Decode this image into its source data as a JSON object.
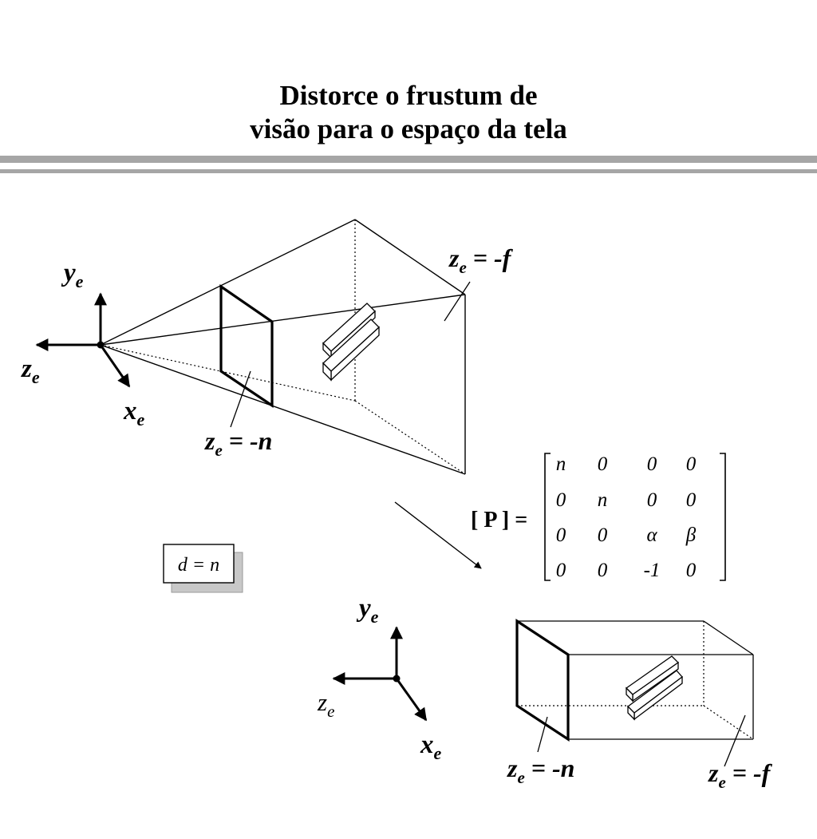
{
  "title": {
    "line1": "Distorce o frustum de",
    "line2": "visão para o espaço da tela"
  },
  "top_frustum": {
    "axis_y": {
      "base": "y",
      "sub": "e"
    },
    "axis_z": {
      "base": "z",
      "sub": "e"
    },
    "axis_x": {
      "base": "x",
      "sub": "e"
    },
    "label_far": {
      "base": "z",
      "sub": "e",
      "rest": " = -f"
    },
    "label_near": {
      "base": "z",
      "sub": "e",
      "rest": " = -n"
    }
  },
  "matrix": {
    "label": "[ P ] =",
    "rows": [
      [
        "n",
        "0",
        "0",
        "0"
      ],
      [
        "0",
        "n",
        "0",
        "0"
      ],
      [
        "0",
        "0",
        "α",
        "β"
      ],
      [
        "0",
        "0",
        "-1",
        "0"
      ]
    ]
  },
  "note": {
    "text": "d = n"
  },
  "bottom_box": {
    "axis_y": {
      "base": "y",
      "sub": "e"
    },
    "axis_z": {
      "base": "z",
      "sub": "e"
    },
    "axis_x": {
      "base": "x",
      "sub": "e"
    },
    "label_near": {
      "base": "z",
      "sub": "e",
      "rest": " = -n"
    },
    "label_far": {
      "base": "z",
      "sub": "e",
      "rest": " = -f"
    }
  }
}
